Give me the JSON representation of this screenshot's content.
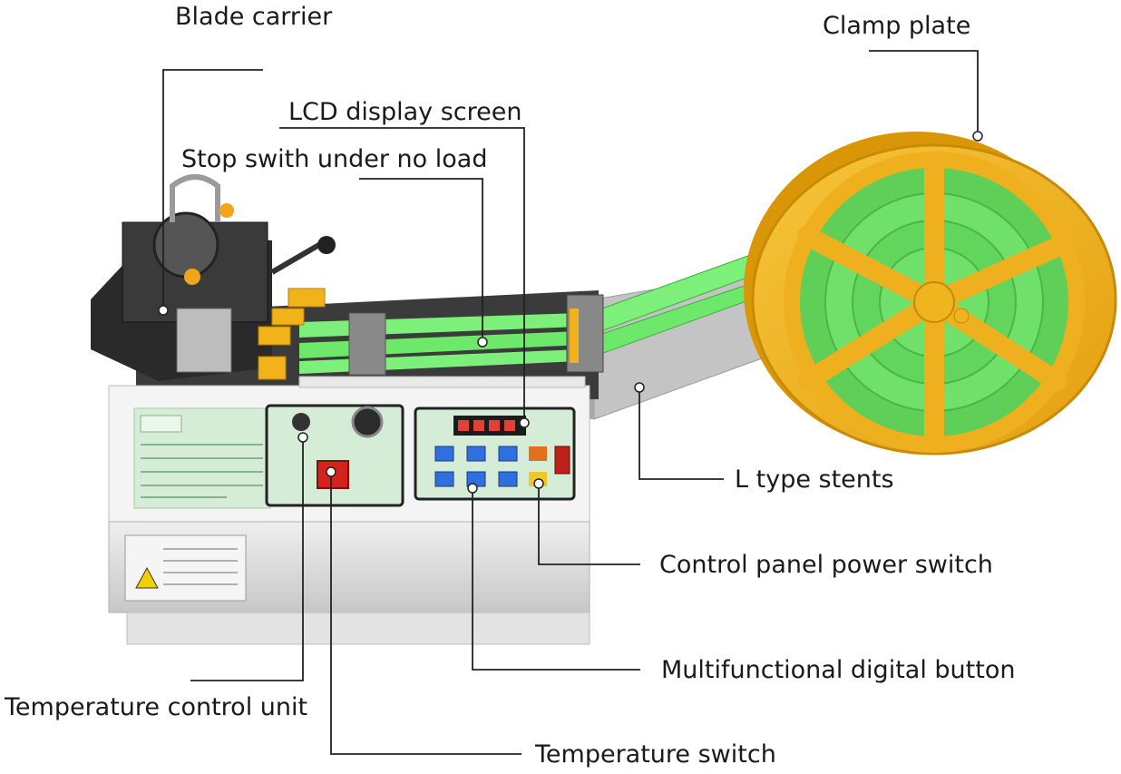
{
  "labels": {
    "blade_carrier": "Blade carrier",
    "lcd_display": "LCD display screen",
    "stop_switch": "Stop swith under no load",
    "clamp_plate": "Clamp plate",
    "l_type_stents": "L type stents",
    "control_panel_power": "Control panel power switch",
    "multifunctional_button": "Multifunctional digital button",
    "temperature_control": "Temperature control unit",
    "temperature_switch": "Temperature switch"
  },
  "colors": {
    "reel": "#f1b21c",
    "ribbon": "#6ee86a",
    "panel": "#d9eedb",
    "machine": "#c9c9c9",
    "leader": "#222222"
  }
}
